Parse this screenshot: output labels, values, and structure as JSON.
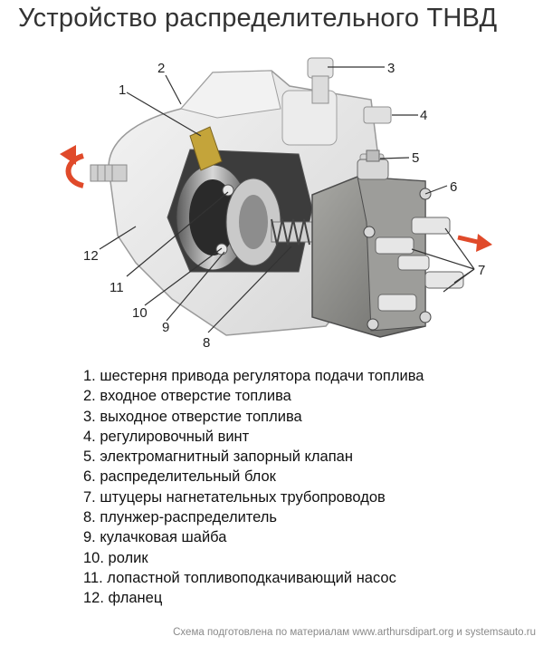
{
  "title": "Устройство распределительного ТНВД",
  "callouts": [
    "1",
    "2",
    "3",
    "4",
    "5",
    "6",
    "7",
    "8",
    "9",
    "10",
    "11",
    "12"
  ],
  "legend": [
    "1. шестерня привода регулятора подачи топлива",
    "2. входное отверстие топлива",
    "3. выходное отверстие топлива",
    "4. регулировочный винт",
    "5. электромагнитный запорный клапан",
    "6. распределительный блок",
    "7. штуцеры нагнетательных трубопроводов",
    "8. плунжер-распределитель",
    "9. кулачковая шайба",
    "10. ролик",
    "11. лопастной топливоподкачивающий насос",
    "12. фланец"
  ],
  "footer": "Схема подготовлена по материалам www.arthursdipart.org и systemsauto.ru",
  "colors": {
    "accent_arrow": "#e04a2a",
    "pump_body": "#e9e9e9",
    "distributor_block": "#8f8f8f"
  }
}
